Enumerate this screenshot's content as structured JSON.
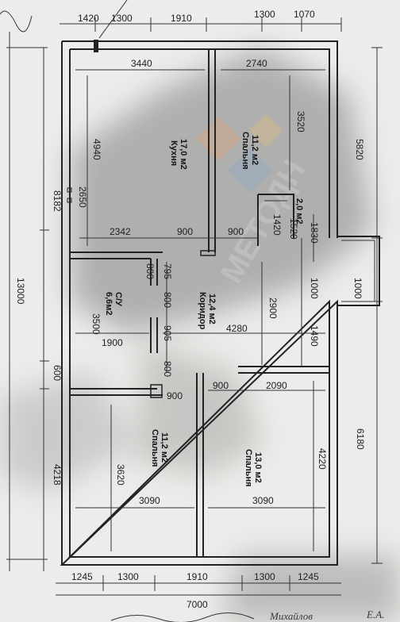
{
  "watermark": "МЕТОДН",
  "handwriting": {
    "signature": "Михайлов",
    "initials": "Е.А."
  },
  "dimensions": {
    "top_1420": "1420",
    "top_1300": "1300",
    "top_1910": "1910",
    "top_1300b": "1300",
    "top_1070": "1070",
    "in_3440": "3440",
    "in_2740": "2740",
    "left_8182": "8182",
    "left_13000": "13000",
    "left_600": "600",
    "left_4218": "4218",
    "k_4940": "4940",
    "k_2650": "2650",
    "bed1_3520": "3520",
    "mid_2342": "2342",
    "mid_900a": "900",
    "mid_900b": "900",
    "mid_1420": "1420",
    "mid_1520": "1520",
    "r_1830": "1830",
    "r_5820": "5820",
    "r_1000": "1000",
    "r_1000b": "1000",
    "r_1490": "1490",
    "r_6180": "6180",
    "c_795": "795",
    "c_800a": "800",
    "c_800b": "800",
    "c_905": "905",
    "c_800c": "800",
    "c_2900": "2900",
    "c_4280": "4280",
    "su_3500": "3500",
    "su_1900": "1900",
    "low_900a": "900",
    "low_900b": "900",
    "low_2090": "2090",
    "b2_3620": "3620",
    "b2_3090": "3090",
    "b3_3090": "3090",
    "b3_4220": "4220",
    "bot_1245": "1245",
    "bot_1300": "1300",
    "bot_1910": "1910",
    "bot_1300b": "1300",
    "bot_1245b": "1245",
    "bot_7000": "7000"
  },
  "rooms": {
    "kitchen_area": "17,0 м2",
    "kitchen_name": "Кухня",
    "bedroom1_area": "11,2 м2",
    "bedroom1_name": "Спальня",
    "closet_area": "2,0 м2",
    "corridor_area": "12,4 м2",
    "corridor_name": "Коридор",
    "bath_name": "С/У",
    "bath_area": "6,6м2",
    "bedroom2_area": "11,2 м2",
    "bedroom2_name": "Спальня",
    "bedroom3_area": "13,0 м2",
    "bedroom3_name": "Спальня"
  }
}
